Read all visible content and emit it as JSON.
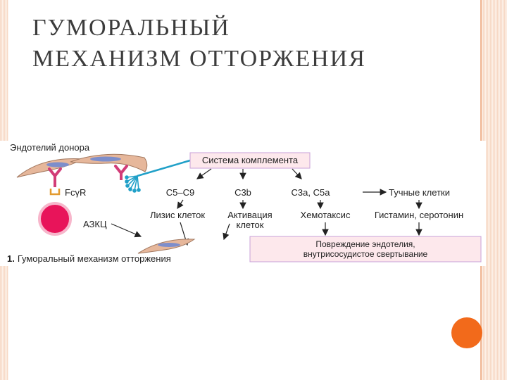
{
  "slide": {
    "title_line1": "ГУМОРАЛЬНЫЙ",
    "title_line2": "МЕХАНИЗМ ОТТОРЖЕНИЯ"
  },
  "diagram": {
    "donor_endothelium": "Эндотелий донора",
    "complement_system": "Система комплемента",
    "fc_receptor": "FcγR",
    "adcc": "АЗКЦ",
    "c5_c9": "С5–С9",
    "c3b": "С3b",
    "c3a_c5a": "С3а, С5а",
    "mast_cells": "Тучные клетки",
    "cell_lysis": "Лизис клеток",
    "cell_activation_line1": "Активация",
    "cell_activation_line2": "клеток",
    "chemotaxis": "Хемотаксис",
    "histamine_serotonin": "Гистамин, серотонин",
    "damage_line1": "Повреждение эндотелия,",
    "damage_line2": "внутрисосудистое свертывание",
    "caption_number": "1.",
    "caption_text": "Гуморальный механизм отторжения"
  },
  "colors": {
    "accent_orange": "#f26a1b",
    "cell_pink": "#e8145a",
    "antibody_pink": "#d23c78",
    "complement_cyan": "#20a0c8",
    "endothelium_tan": "#d9a98a",
    "nucleus_blue": "#7d8ecb"
  }
}
